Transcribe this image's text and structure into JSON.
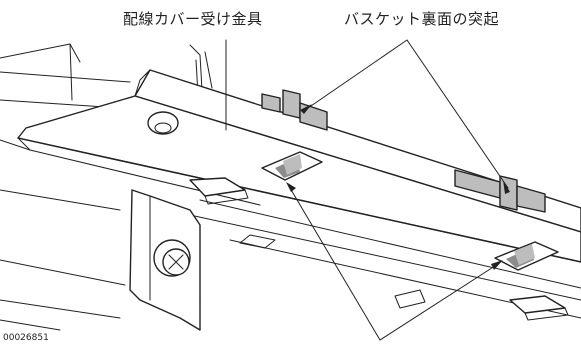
{
  "labels": {
    "bracket": "配線カバー受け金具",
    "protrusion": "バスケット裏面の突起"
  },
  "figure_number": "00026851",
  "colors": {
    "line": "#222222",
    "tab_fill": "#bdbdbd",
    "slot_shadow": "#8c8c8c",
    "background": "#ffffff"
  }
}
